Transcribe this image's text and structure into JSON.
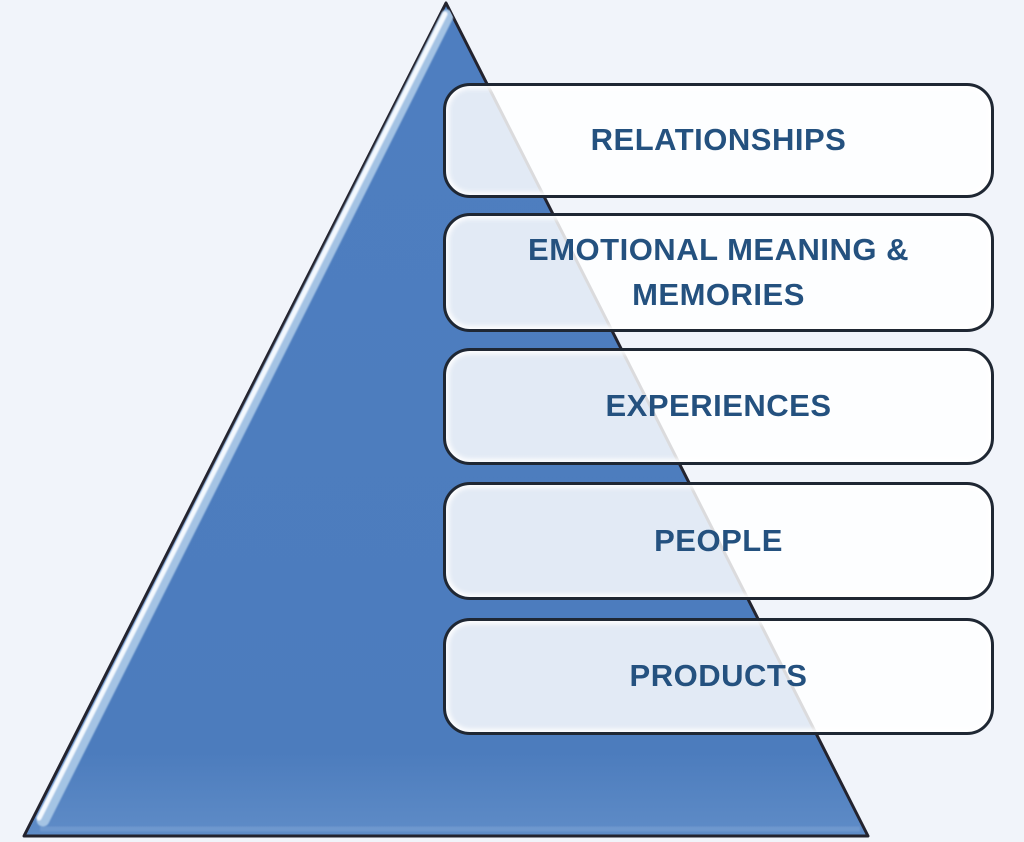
{
  "diagram": {
    "type": "pyramid",
    "description": "Brand value pyramid with five stacked label boxes over a glossy blue triangle",
    "levels": [
      {
        "rank": 1,
        "label": "RELATIONSHIPS"
      },
      {
        "rank": 2,
        "label": "EMOTIONAL MEANING & MEMORIES"
      },
      {
        "rank": 3,
        "label": "EXPERIENCES"
      },
      {
        "rank": 4,
        "label": "PEOPLE"
      },
      {
        "rank": 5,
        "label": "PRODUCTS"
      }
    ],
    "colors": {
      "background": "#f1f4fa",
      "pyramid_fill": "#4e7fc0",
      "pyramid_outline": "#23232e",
      "pyramid_highlight": "#ffffff",
      "box_fill": "rgba(255,255,255,0.84)",
      "box_border": "#1f2733",
      "label_text": "#24517f"
    }
  }
}
